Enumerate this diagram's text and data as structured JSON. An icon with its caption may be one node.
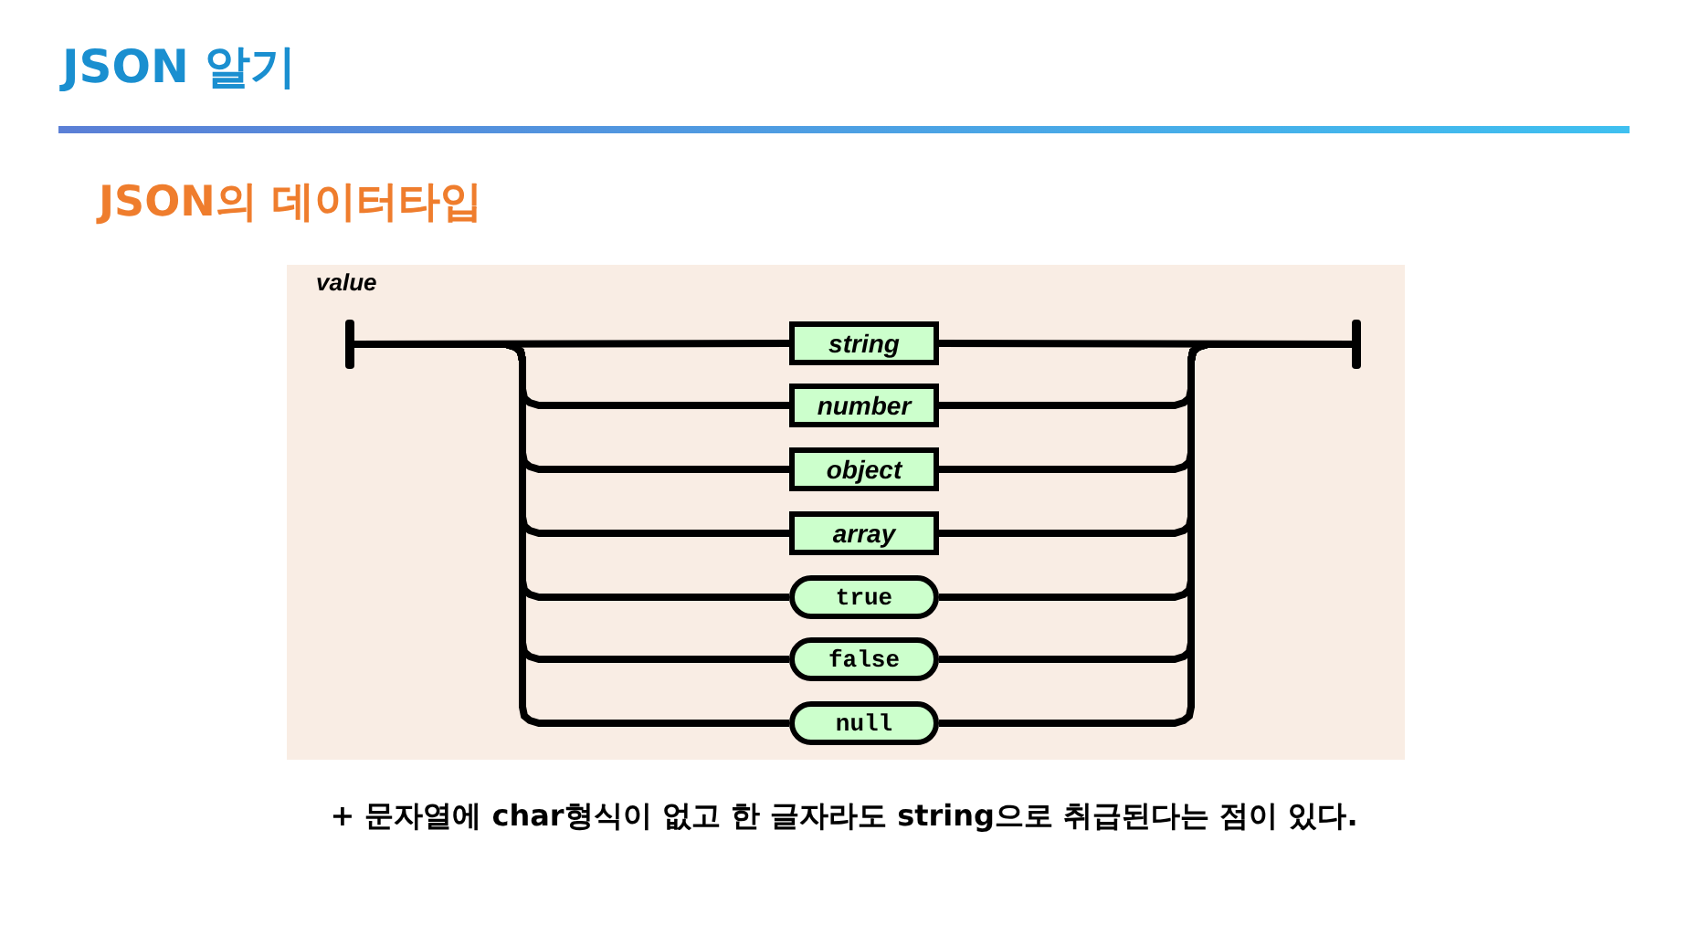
{
  "diagram": {
    "title": "JSON 알기",
    "nodes": [
      {
        "text": [],
        "shape": "bar"
      },
      {
        "text": [
          "string"
        ]
      },
      {
        "text": [
          "number"
        ]
      },
      {
        "text": [
          "object"
        ]
      },
      {
        "text": [
          "array"
        ]
      },
      {
        "text": [
          "true"
        ]
      },
      {
        "text": [
          "false"
        ]
      },
      {
        "text": [
          "null"
        ]
      },
      {
        "text": [],
        "shape": "bar"
      }
    ],
    "edges": [
      {
        "from": 0,
        "to": 1,
        "arrow": "none"
      },
      {
        "from": 0,
        "to": 2,
        "arrow": "none"
      },
      {
        "from": 0,
        "to": 3,
        "arrow": "none"
      },
      {
        "from": 0,
        "to": 4,
        "arrow": "none"
      },
      {
        "from": 0,
        "to": 5,
        "arrow": "none"
      },
      {
        "from": 0,
        "to": 6,
        "arrow": "none"
      },
      {
        "from": 0,
        "to": 7,
        "arrow": "none"
      },
      {
        "from": 1,
        "to": 8,
        "arrow": "none"
      },
      {
        "from": 2,
        "to": 8,
        "arrow": "none"
      },
      {
        "from": 3,
        "to": 8,
        "arrow": "none"
      },
      {
        "from": 4,
        "to": 8,
        "arrow": "none"
      },
      {
        "from": 5,
        "to": 8,
        "arrow": "none"
      },
      {
        "from": 6,
        "to": 8,
        "arrow": "none"
      },
      {
        "from": 7,
        "to": 8,
        "arrow": "none"
      }
    ],
    "labels": [
      "JSON의 데이터타입",
      "value",
      "+ 문자열에 char형식이 없고 한 글자라도 string으로 취급된다는 점이 있다."
    ]
  }
}
